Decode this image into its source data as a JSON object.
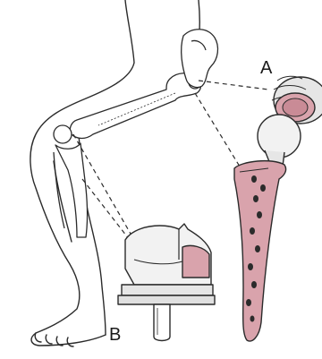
{
  "labels": {
    "a": "A",
    "b": "B"
  },
  "colors": {
    "line": "#2b2b2b",
    "implant_fill": "#d9a3ac",
    "implant_dark": "#c98b96",
    "metal": "#e6e6e6",
    "background": "#ffffff"
  },
  "parts": {
    "a": "hip-implant",
    "b": "knee-implant"
  }
}
